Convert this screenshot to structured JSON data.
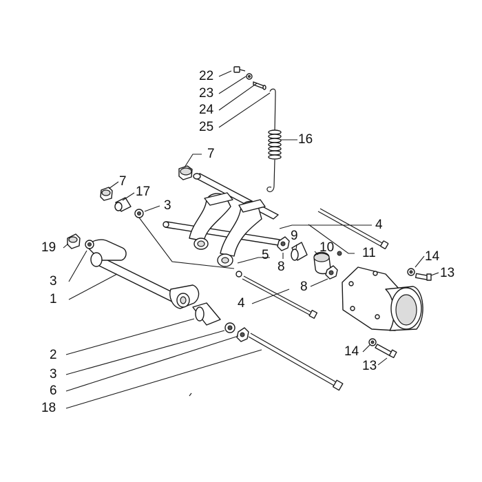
{
  "callouts": [
    {
      "id": "c22",
      "text": "22"
    },
    {
      "id": "c23",
      "text": "23"
    },
    {
      "id": "c24",
      "text": "24"
    },
    {
      "id": "c25",
      "text": "25"
    },
    {
      "id": "c16",
      "text": "16"
    },
    {
      "id": "c7a",
      "text": "7"
    },
    {
      "id": "c7b",
      "text": "7"
    },
    {
      "id": "c17",
      "text": "17"
    },
    {
      "id": "c3a",
      "text": "3"
    },
    {
      "id": "c4a",
      "text": "4"
    },
    {
      "id": "c19",
      "text": "19"
    },
    {
      "id": "c9",
      "text": "9"
    },
    {
      "id": "c10",
      "text": "10"
    },
    {
      "id": "c11",
      "text": "11"
    },
    {
      "id": "c5",
      "text": "5"
    },
    {
      "id": "c8a",
      "text": "8"
    },
    {
      "id": "c14a",
      "text": "14"
    },
    {
      "id": "c13a",
      "text": "13"
    },
    {
      "id": "c3b",
      "text": "3"
    },
    {
      "id": "c1",
      "text": "1"
    },
    {
      "id": "c8b",
      "text": "8"
    },
    {
      "id": "c4b",
      "text": "4"
    },
    {
      "id": "c14b",
      "text": "14"
    },
    {
      "id": "c13b",
      "text": "13"
    },
    {
      "id": "c2",
      "text": "2"
    },
    {
      "id": "c3c",
      "text": "3"
    },
    {
      "id": "c6",
      "text": "6"
    },
    {
      "id": "c18",
      "text": "18"
    }
  ]
}
